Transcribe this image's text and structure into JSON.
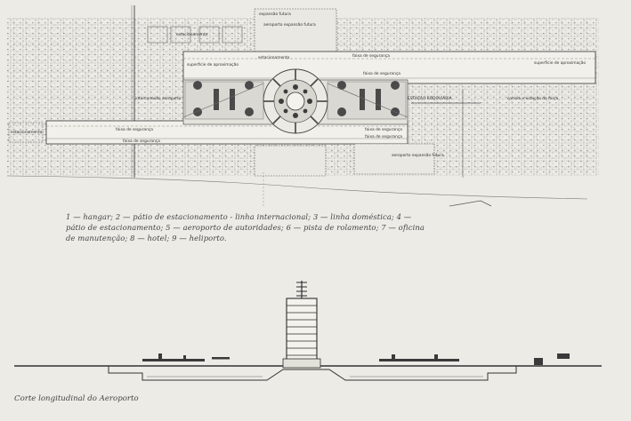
{
  "plan": {
    "labels": {
      "future_expansion": "expansão futura",
      "security_band_top": "faixa de segurança",
      "security_band_inner": "faixa de segurança",
      "security_band_left": "faixa de segurança",
      "security_band_bottom_left": "faixa de segurança",
      "security_band_right_bottom": "faixa de segurança",
      "security_band_bottom_inner": "faixa de segurança",
      "interconnection": "interconexão aeroporto",
      "transport_station": "ESTAÇÃO RODOVIÁRIA",
      "mail_station": "correio e estação de força",
      "future_extension_left": "superfície de aproximação",
      "future_extension_right": "superfície de aproximação",
      "parking_1": "estacionamento",
      "parking_2": "estacionamento",
      "future_airport_exp": "aeroporto expansão futura",
      "future_lower": "aeroporto expansão futura",
      "lower_left_block": "estacionamento"
    }
  },
  "caption": {
    "line1": "1 — hangar; 2 — pátio de estacionamento - linha internacional; 3 — linha doméstica; 4 —",
    "line2": "pátio de estacionamento; 5 — aeroporto de autoridades; 6 — pista de rolamento; 7 — oficina",
    "line3": "de manutenção; 8 — hotel; 9 — heliporto."
  },
  "section_caption": "Corte longitudinal do Aeroporto"
}
